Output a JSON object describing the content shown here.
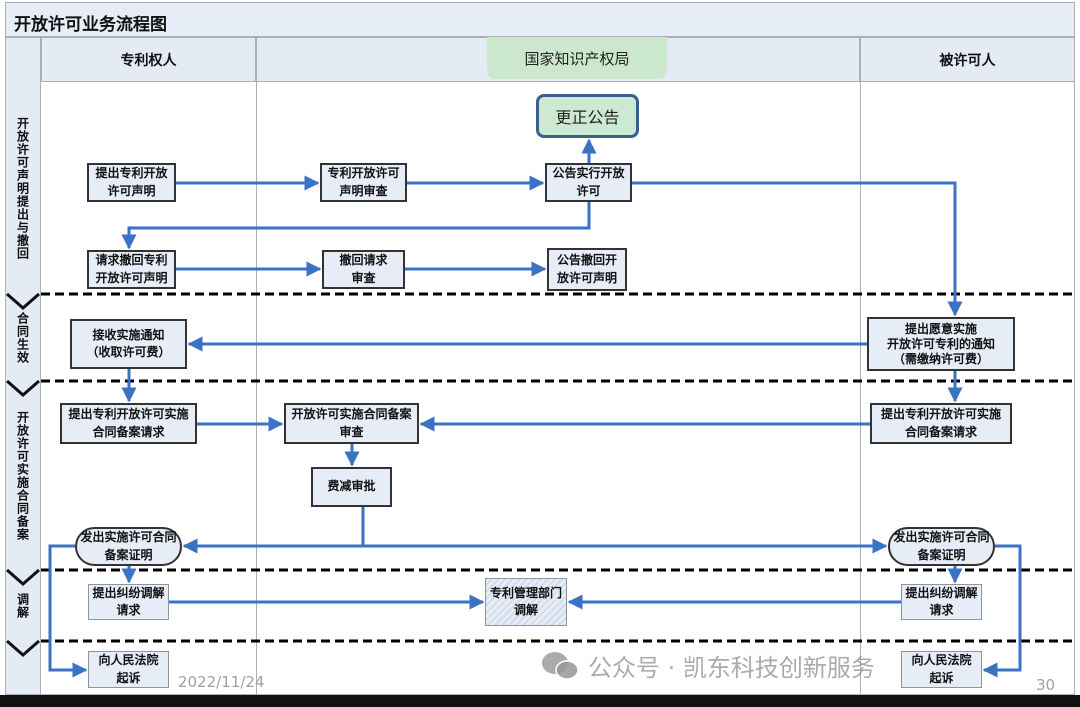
{
  "title": "开放许可业务流程图",
  "lanes": {
    "patentee": "专利权人",
    "cnipa": "国家知识产权局",
    "licensee": "被许可人"
  },
  "stages": [
    "开放许可声明提出与撤回",
    "合同生效",
    "开放许可实施合同备案",
    "调解"
  ],
  "nodes": {
    "submit_declaration": "提出专利开放\n许可声明",
    "review_declaration": "专利开放许可\n声明审查",
    "announce_open": "公告实行开放\n许可",
    "correction_notice": "更正公告",
    "request_withdraw": "请求撤回专利\n开放许可声明",
    "review_withdraw": "撤回请求\n审查",
    "announce_withdraw": "公告撤回开\n放许可声明",
    "receive_notice": "接收实施通知\n（收取许可费）",
    "licensee_notice": "提出愿意实施\n开放许可专利的通知\n（需缴纳许可费）",
    "patentee_filing": "提出专利开放许可实施\n合同备案请求",
    "filing_review": "开放许可实施合同备案\n审查",
    "licensee_filing": "提出专利开放许可实施\n合同备案请求",
    "fee_reduction": "费减审批",
    "certificate_left": "发出实施许可合同\n备案证明",
    "certificate_right": "发出实施许可合同\n备案证明",
    "mediation_left": "提出纠纷调解\n请求",
    "mediation_dept": "专利管理部门\n调解",
    "mediation_right": "提出纠纷调解\n请求",
    "court_left": "向人民法院\n起诉",
    "court_right": "向人民法院\n起诉"
  },
  "footer": {
    "date": "2022/11/24",
    "page": "30",
    "watermark": "公众号 · 凯东科技创新服务"
  },
  "colors": {
    "arrow": "#3a72c4",
    "box_fill": "#e6edf7",
    "header_green": "#cce8cc"
  }
}
